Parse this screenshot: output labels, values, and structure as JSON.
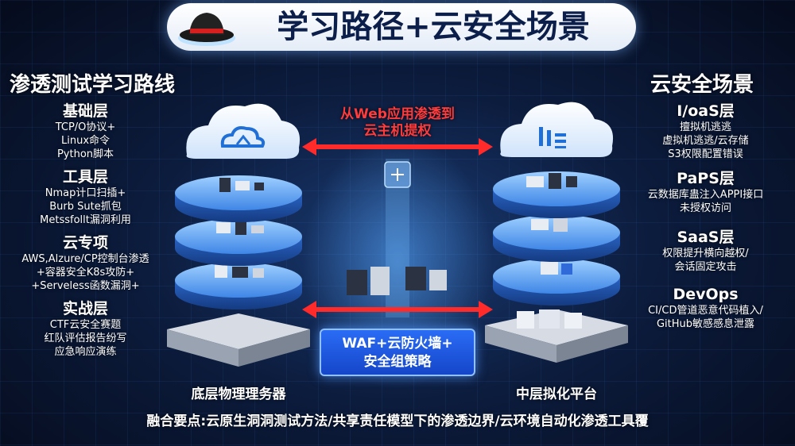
{
  "title": "学习路径+云安全场景",
  "left": {
    "heading": "渗透测试学习路线",
    "groups": [
      {
        "head": "基础层",
        "items": [
          "TCP/O协议+",
          "Linux命令",
          "Python脚本"
        ]
      },
      {
        "head": "工具层",
        "items": [
          "Nmap计口扫插+",
          "Burb Sute抓包",
          "Metssfollt漏洞利用"
        ]
      },
      {
        "head": "云专项",
        "items": [
          "AWS,Alzure/CP控制台渗透",
          "+容器安全K8s攻防+",
          "+Serveless函数漏洞+"
        ]
      },
      {
        "head": "实战层",
        "items": [
          "CTF云安全赛题",
          "红队评估报告纷写",
          "应急响应演练"
        ]
      }
    ]
  },
  "right": {
    "heading": "云安全场景",
    "groups": [
      {
        "head": "I/oaS层",
        "items": [
          "擅拟机逃逃",
          "虚拟机逃逃/云存储",
          "S3权限配置错误"
        ]
      },
      {
        "head": "PaPS层",
        "items": [
          "云数据库蛊注入APPI接口",
          "未授权访问"
        ]
      },
      {
        "head": "SaaS层",
        "items": [
          "权限提升横向越权/",
          "会话固定攻击"
        ]
      },
      {
        "head": "DevOps",
        "items": [
          "CI/CD管道恶意代码植入/",
          "GitHub敏感感息泄露"
        ]
      }
    ]
  },
  "center": {
    "red_label_lines": [
      "从Web应用渗透到",
      "云主机提权"
    ],
    "waf_lines": [
      "WAF+云防火墙+",
      "安全组策略"
    ],
    "left_stack_label": "底层物理理务器",
    "right_stack_label": "中层拟化平台"
  },
  "footer": "融合要点:云原生洞洞测试方法/共享责任模型下的渗透边界/云环境自动化渗透工具覆",
  "icons": {
    "hat": "fedora-hat-icon",
    "left_cloud": "cloud-upload-icon",
    "right_cloud": "cloud-data-icon",
    "arrow": "double-arrow-icon"
  },
  "colors": {
    "accent_red": "#ff2a2a",
    "disc_blue": "#3f86e6",
    "waf_blue": "#1f5be0"
  }
}
